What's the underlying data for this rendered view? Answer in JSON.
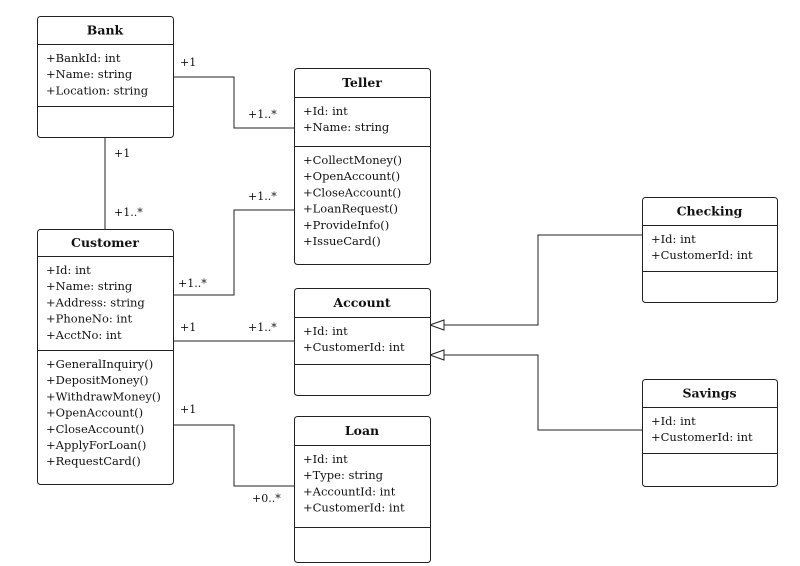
{
  "classes": {
    "bank": {
      "name": "Bank",
      "attributes": [
        "+BankId: int",
        "+Name: string",
        "+Location: string"
      ],
      "methods": []
    },
    "teller": {
      "name": "Teller",
      "attributes": [
        "+Id: int",
        "+Name: string"
      ],
      "methods": [
        "+CollectMoney()",
        "+OpenAccount()",
        "+CloseAccount()",
        "+LoanRequest()",
        "+ProvideInfo()",
        "+IssueCard()"
      ]
    },
    "customer": {
      "name": "Customer",
      "attributes": [
        "+Id: int",
        "+Name: string",
        "+Address: string",
        "+PhoneNo: int",
        "+AcctNo: int"
      ],
      "methods": [
        "+GeneralInquiry()",
        "+DepositMoney()",
        "+WithdrawMoney()",
        "+OpenAccount()",
        "+CloseAccount()",
        "+ApplyForLoan()",
        "+RequestCard()"
      ]
    },
    "account": {
      "name": "Account",
      "attributes": [
        "+Id: int",
        "+CustomerId: int"
      ],
      "methods": []
    },
    "loan": {
      "name": "Loan",
      "attributes": [
        "+Id: int",
        "+Type: string",
        "+AccountId: int",
        "+CustomerId: int"
      ],
      "methods": []
    },
    "checking": {
      "name": "Checking",
      "attributes": [
        "+Id: int",
        "+CustomerId: int"
      ],
      "methods": []
    },
    "savings": {
      "name": "Savings",
      "attributes": [
        "+Id: int",
        "+CustomerId: int"
      ],
      "methods": []
    }
  },
  "relations": {
    "bank_teller": {
      "from_mult": "+1",
      "to_mult": "+1..*"
    },
    "bank_customer": {
      "from_mult": "+1",
      "to_mult": "+1..*"
    },
    "customer_teller": {
      "from_mult": "+1..*",
      "to_mult": "+1..*"
    },
    "customer_account": {
      "from_mult": "+1",
      "to_mult": "+1..*"
    },
    "customer_loan": {
      "from_mult": "+1",
      "to_mult": "+0..*"
    },
    "checking_account": {
      "kind": "generalization"
    },
    "savings_account": {
      "kind": "generalization"
    }
  }
}
